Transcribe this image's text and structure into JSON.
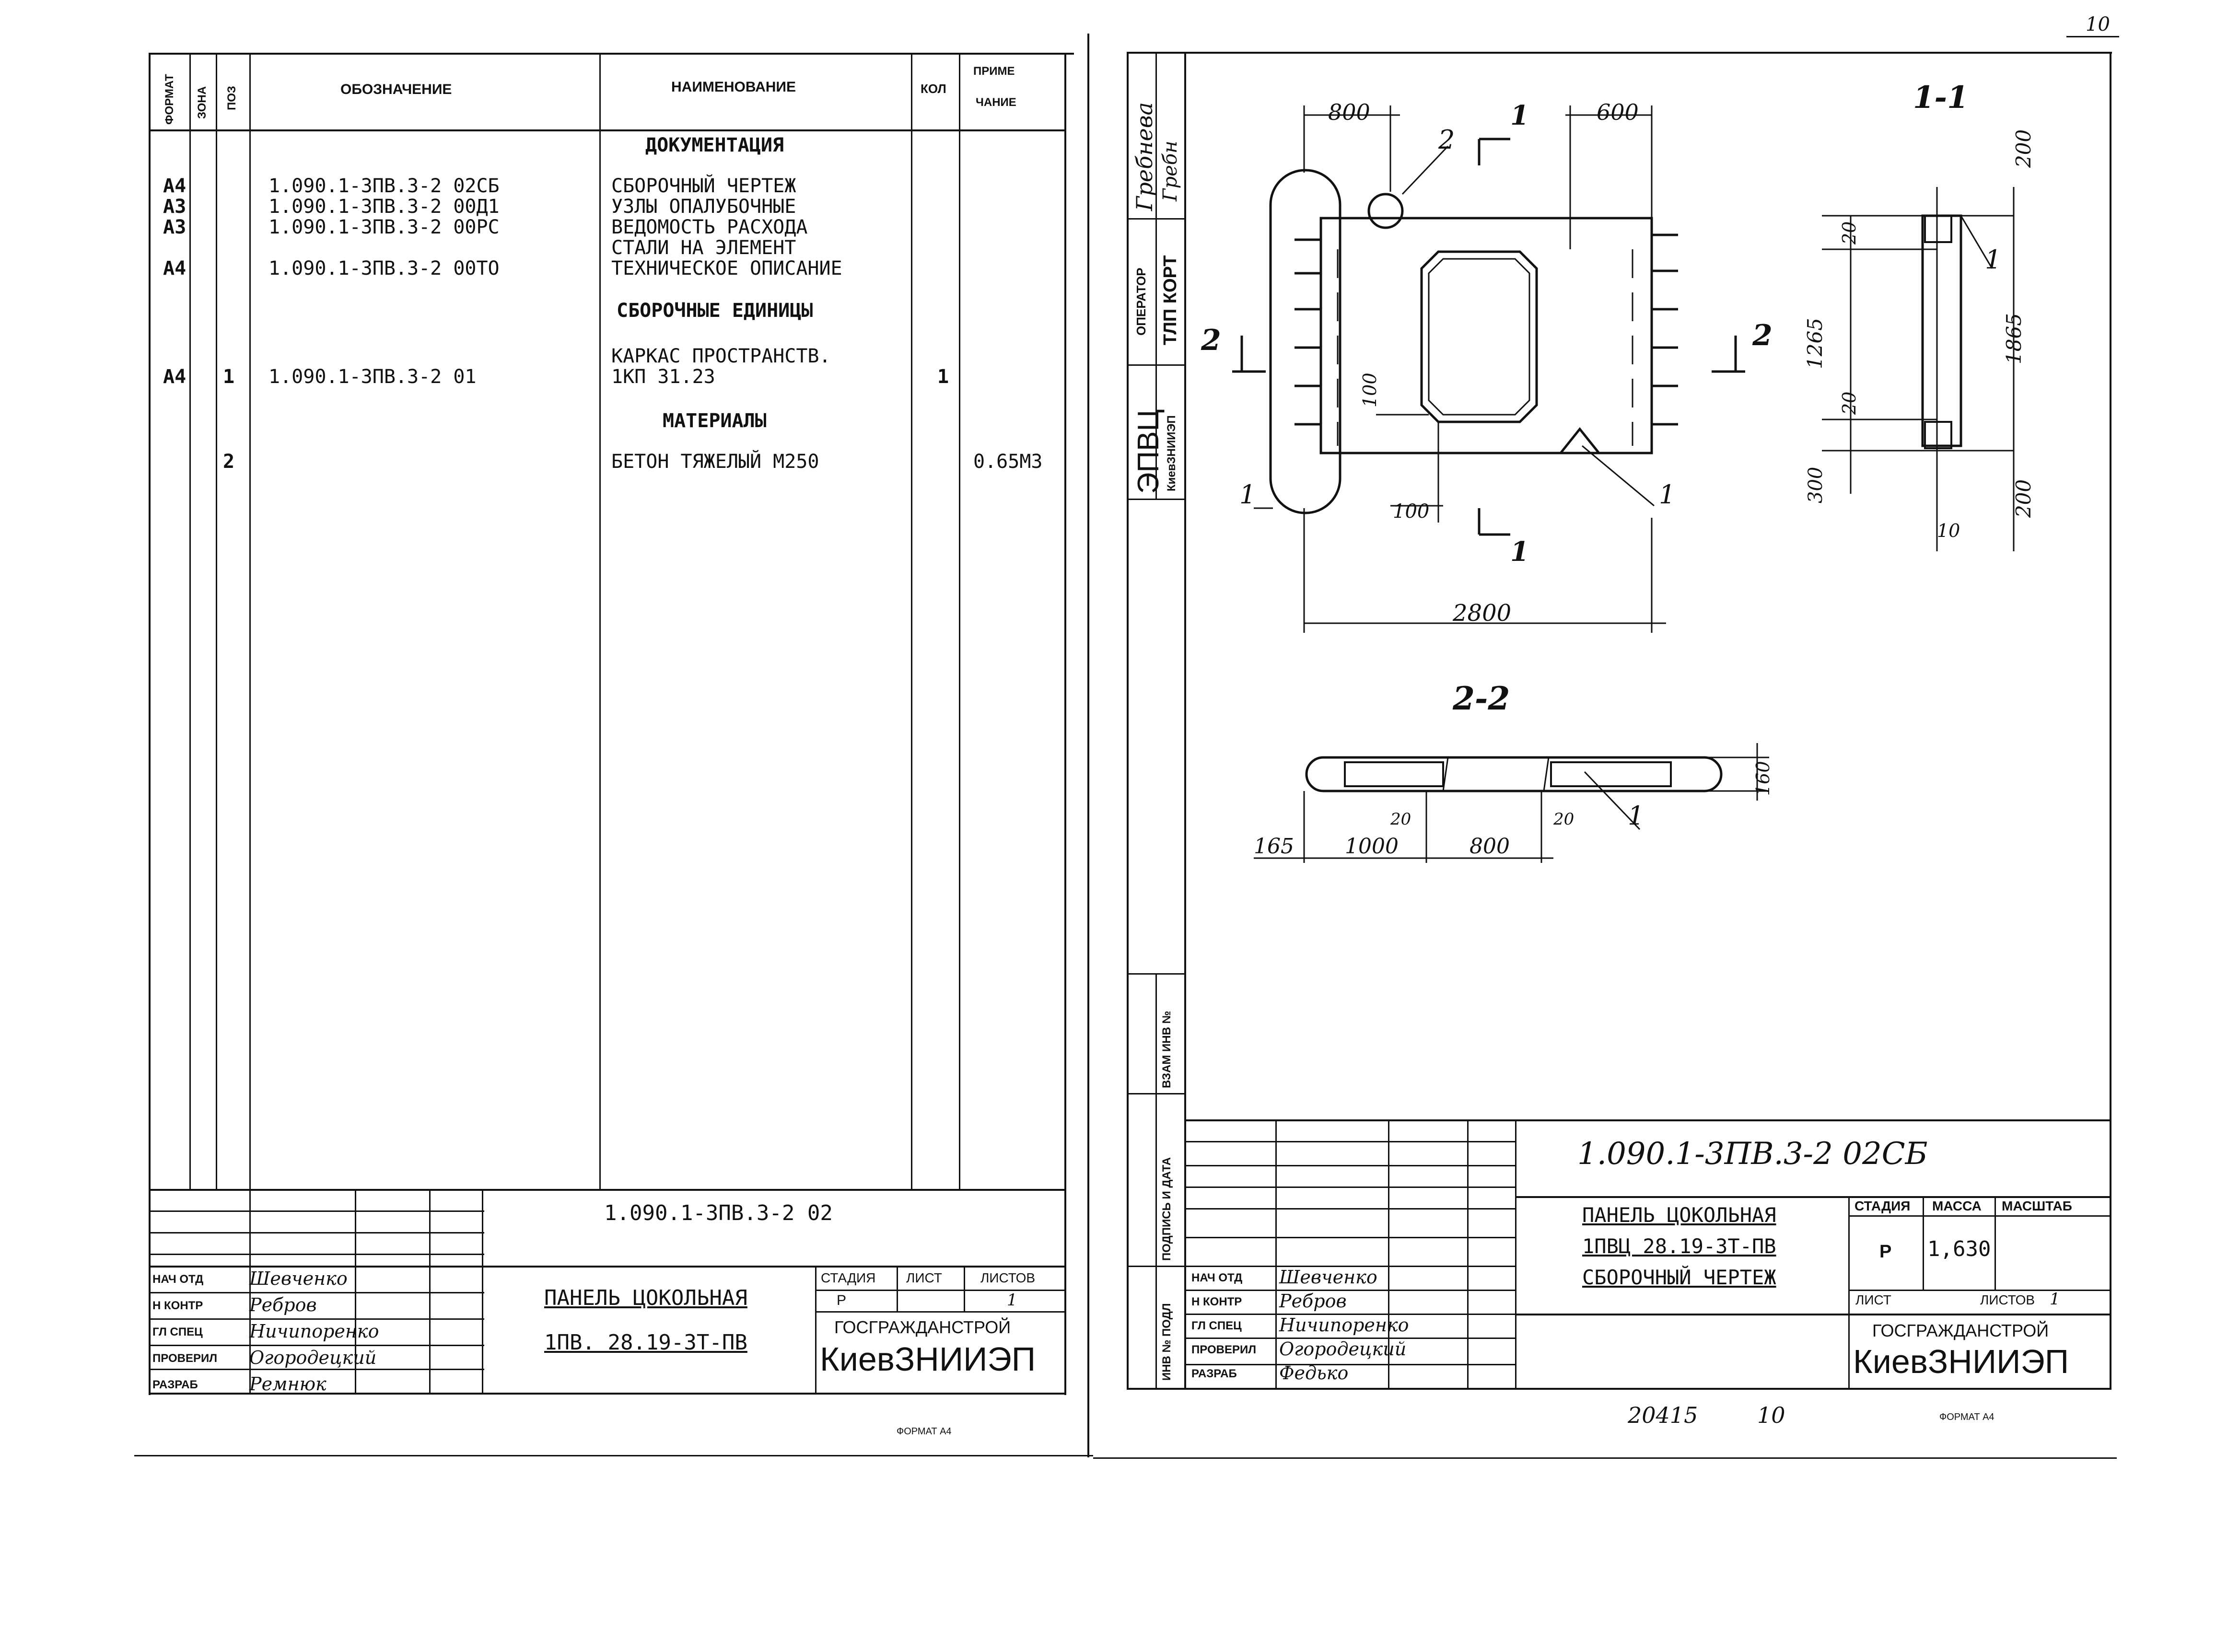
{
  "page_number": "10",
  "left_sheet": {
    "headers": {
      "format": "ФОРМАТ",
      "zone": "ЗОНА",
      "pos": "ПОЗ",
      "designation": "ОБОЗНАЧЕНИЕ",
      "name": "НАИМЕНОВАНИЕ",
      "qty": "КОЛ",
      "note_1": "ПРИМЕ",
      "note_2": "ЧАНИЕ"
    },
    "rows": [
      {
        "format": "",
        "pos": "",
        "designation": "",
        "name": "ДОКУМЕНТАЦИЯ",
        "qty": "",
        "note": "",
        "heading": true
      },
      {
        "format": "А4",
        "pos": "",
        "designation": "1.090.1-3ПВ.3-2 02СБ",
        "name": "СБОРОЧНЫЙ ЧЕРТЕЖ",
        "qty": "",
        "note": ""
      },
      {
        "format": "А3",
        "pos": "",
        "designation": "1.090.1-3ПВ.3-2 00Д1",
        "name": "УЗЛЫ ОПАЛУБОЧНЫЕ",
        "qty": "",
        "note": ""
      },
      {
        "format": "А3",
        "pos": "",
        "designation": "1.090.1-3ПВ.3-2 00РС",
        "name": "ВЕДОМОСТЬ РАСХОДА",
        "qty": "",
        "note": ""
      },
      {
        "format": "",
        "pos": "",
        "designation": "",
        "name": " СТАЛИ НА ЭЛЕМЕНТ",
        "qty": "",
        "note": ""
      },
      {
        "format": "А4",
        "pos": "",
        "designation": "1.090.1-3ПВ.3-2 00ТО",
        "name": "ТЕХНИЧЕСКОЕ ОПИСАНИЕ",
        "qty": "",
        "note": ""
      },
      {
        "format": "",
        "pos": "",
        "designation": "",
        "name": "СБОРОЧНЫЕ ЕДИНИЦЫ",
        "qty": "",
        "note": "",
        "heading": true
      },
      {
        "format": "",
        "pos": "",
        "designation": "",
        "name": "КАРКАС ПРОСТРАНСТВ.",
        "qty": "",
        "note": ""
      },
      {
        "format": "А4",
        "pos": "1",
        "designation": "1.090.1-3ПВ.3-2 01",
        "name": " 1КП 31.23",
        "qty": "1",
        "note": ""
      },
      {
        "format": "",
        "pos": "",
        "designation": "",
        "name": "МАТЕРИАЛЫ",
        "qty": "",
        "note": "",
        "heading": true
      },
      {
        "format": "",
        "pos": "2",
        "designation": "",
        "name": "БЕТОН ТЯЖЕЛЫЙ М250",
        "qty": "",
        "note": "0.65М3"
      }
    ],
    "title_block": {
      "code": "1.090.1-3ПВ.3-2 02",
      "name_1": "ПАНЕЛЬ ЦОКОЛЬНАЯ",
      "name_2": "1ПВ. 28.19-3Т-ПВ",
      "stage_label": "СТАДИЯ",
      "sheet_label": "ЛИСТ",
      "sheets_label": "ЛИСТОВ",
      "stage": "Р",
      "sheets": "1",
      "org_1": "ГОСГРАЖДАНСТРОЙ",
      "org_2": "КиевЗНИИЭП",
      "roles": [
        "НАЧ ОТД",
        "Н КОНТР",
        "ГЛ СПЕЦ",
        "ПРОВЕРИЛ",
        "РАЗРАБ"
      ],
      "names": [
        "Шевченко",
        "Ребров",
        "Ничипоренко",
        "Огородецкий",
        "Ремнюк"
      ]
    },
    "format_note": "ФОРМАТ А4"
  },
  "right_sheet": {
    "side_stamp": {
      "names": [
        "Гребнева",
        "Гребн"
      ],
      "operator": "ОПЕРАТОР",
      "tp_kort": "ТЛП КОРТ",
      "epvts": "ЭПВЦ",
      "kievzniiep": "КиевЗНИИЭП",
      "vzam_inv": "ВЗАМ ИНВ №",
      "podpis_data": "ПОДПИСЬ И ДАТА",
      "inv_podl": "ИНВ № ПОДЛ"
    },
    "drawing": {
      "dims": [
        "800",
        "600",
        "100",
        "100",
        "2800",
        "200",
        "20",
        "1265",
        "20",
        "1865",
        "300",
        "200",
        "10",
        "160",
        "165",
        "1000",
        "20",
        "800",
        "20"
      ],
      "section_labels": [
        "1",
        "1",
        "2",
        "2",
        "1-1",
        "2-2"
      ],
      "leaders": [
        "1",
        "2",
        "1",
        "1",
        "1"
      ]
    },
    "title_block": {
      "code": "1.090.1-3ПВ.3-2   02СБ",
      "name_1": "ПАНЕЛЬ ЦОКОЛЬНАЯ",
      "name_2": "1ПВЦ 28.19-3Т-ПВ",
      "name_3": "СБОРОЧНЫЙ ЧЕРТЕЖ",
      "stage_label": "СТАДИЯ",
      "mass_label": "МАССА",
      "scale_label": "МАСШТАБ",
      "stage": "Р",
      "mass": "1,630",
      "sheet_label": "ЛИСТ",
      "sheets_label": "ЛИСТОВ",
      "sheets": "1",
      "org_1": "ГОСГРАЖДАНСТРОЙ",
      "org_2": "КиевЗНИИЭП",
      "roles": [
        "НАЧ ОТД",
        "Н КОНТР",
        "ГЛ СПЕЦ",
        "ПРОВЕРИЛ",
        "РАЗРАБ"
      ],
      "names": [
        "Шевченко",
        "Ребров",
        "Ничипоренко",
        "Огородецкий",
        "Федько"
      ]
    },
    "bottom_number": "20415",
    "bottom_page": "10",
    "format_note": "ФОРМАТ А4"
  }
}
